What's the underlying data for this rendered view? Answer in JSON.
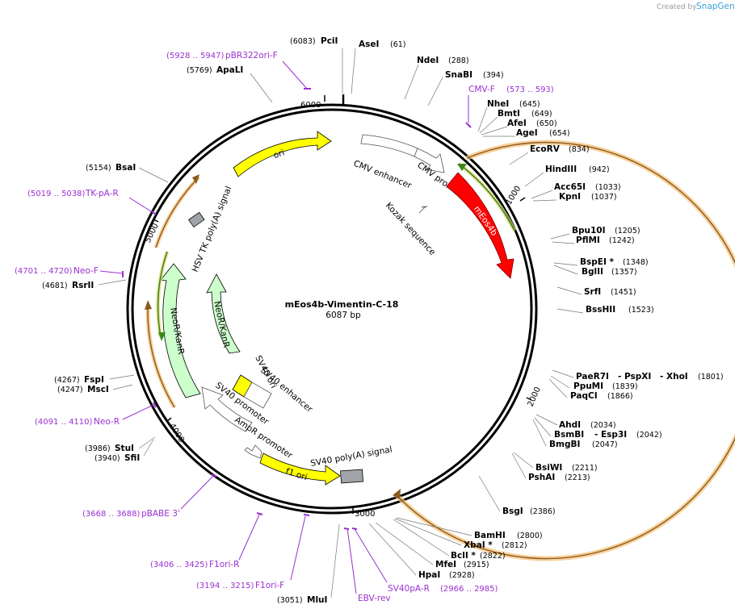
{
  "credit": {
    "prefix": "Created by",
    "brand": "SnapGene"
  },
  "map": {
    "name": "mEos4b-Vimentin-C-18",
    "length": "6087 bp"
  },
  "ticks": [
    "1000",
    "2000",
    "3000",
    "4000",
    "5000",
    "6000"
  ],
  "enzymes": {
    "pcii": {
      "name": "PciI",
      "pos": "(6083)"
    },
    "asei": {
      "name": "AseI",
      "pos": "(61)"
    },
    "ndei": {
      "name": "NdeI",
      "pos": "(288)"
    },
    "snabi": {
      "name": "SnaBI",
      "pos": "(394)"
    },
    "nhei": {
      "name": "NheI",
      "pos": "(645)"
    },
    "bmti": {
      "name": "BmtI",
      "pos": "(649)"
    },
    "afei": {
      "name": "AfeI",
      "pos": "(650)"
    },
    "agei": {
      "name": "AgeI",
      "pos": "(654)"
    },
    "ecorv": {
      "name": "EcoRV",
      "pos": "(834)"
    },
    "hindiii": {
      "name": "HindIII",
      "pos": "(942)"
    },
    "acc65i": {
      "name": "Acc65I",
      "pos": "(1033)"
    },
    "kpni": {
      "name": "KpnI",
      "pos": "(1037)"
    },
    "bpu10i": {
      "name": "Bpu10I",
      "pos": "(1205)"
    },
    "pflmi": {
      "name": "PflMI",
      "pos": "(1242)"
    },
    "bspei": {
      "name": "BspEI  *",
      "pos": "(1348)"
    },
    "bglii": {
      "name": "BglII",
      "pos": "(1357)"
    },
    "srfi": {
      "name": "SrfI",
      "pos": "(1451)"
    },
    "bsshii": {
      "name": "BssHII",
      "pos": "(1523)"
    },
    "paer7i": {
      "name": "PaeR7I",
      "pos": ""
    },
    "pspxi": {
      "name": "- PspXI",
      "pos": ""
    },
    "xhoi": {
      "name": "- XhoI",
      "pos": "(1801)"
    },
    "ppumi": {
      "name": "PpuMI",
      "pos": "(1839)"
    },
    "paqci": {
      "name": "PaqCI",
      "pos": "(1866)"
    },
    "ahdi": {
      "name": "AhdI",
      "pos": "(2034)"
    },
    "bsmbi": {
      "name": "BsmBI",
      "pos": ""
    },
    "esp3i": {
      "name": "- Esp3I",
      "pos": "(2042)"
    },
    "bmgbi": {
      "name": "BmgBI",
      "pos": "(2047)"
    },
    "bsiwi": {
      "name": "BsiWI",
      "pos": "(2211)"
    },
    "pshai": {
      "name": "PshAI",
      "pos": "(2213)"
    },
    "bsgi": {
      "name": "BsgI",
      "pos": "(2386)"
    },
    "bamhi": {
      "name": "BamHI",
      "pos": "(2800)"
    },
    "xbai": {
      "name": "XbaI  *",
      "pos": "(2812)"
    },
    "bcli": {
      "name": "BclI  *",
      "pos": "(2822)"
    },
    "mfei": {
      "name": "MfeI",
      "pos": "(2915)"
    },
    "hpai": {
      "name": "HpaI",
      "pos": "(2928)"
    },
    "mlui": {
      "name": "MluI",
      "pos": "(3051)"
    },
    "sfii": {
      "name": "SfiI",
      "pos": "(3940)"
    },
    "stui": {
      "name": "StuI",
      "pos": "(3986)"
    },
    "msci": {
      "name": "MscI",
      "pos": "(4247)"
    },
    "fspi": {
      "name": "FspI",
      "pos": "(4267)"
    },
    "rsrii": {
      "name": "RsrII",
      "pos": "(4681)"
    },
    "bsai": {
      "name": "BsaI",
      "pos": "(5154)"
    },
    "apali": {
      "name": "ApaLI",
      "pos": "(5769)"
    }
  },
  "primers": {
    "pbr322": {
      "name": "pBR322ori-F",
      "range": "(5928 .. 5947)"
    },
    "cmvf": {
      "name": "CMV-F",
      "range": "(573 .. 593)"
    },
    "tkpa": {
      "name": "TK-pA-R",
      "range": "(5019 .. 5038)"
    },
    "neof": {
      "name": "Neo-F",
      "range": "(4701 .. 4720)"
    },
    "neor": {
      "name": "Neo-R",
      "range": "(4091 .. 4110)"
    },
    "pbabe": {
      "name": "pBABE 3'",
      "range": "(3668 .. 3688)"
    },
    "f1orir": {
      "name": "F1ori-R",
      "range": "(3406 .. 3425)"
    },
    "f1orif": {
      "name": "F1ori-F",
      "range": "(3194 .. 3215)"
    },
    "ebvrev": {
      "name": "EBV-rev",
      "range": ""
    },
    "sv40par": {
      "name": "SV40pA-R",
      "range": "(2966 .. 2985)"
    }
  },
  "features": {
    "ori": "ori",
    "cmv_enhancer": "CMV enhancer",
    "cmv_promoter": "CMV promoter",
    "kozak": "Kozak sequence",
    "meos4b": "mEos4b",
    "hsv_tk": "HSV TK poly(A) signal",
    "neor_outer": "NeoR/KanR",
    "neor_inner": "NeoR/KanR",
    "sv40_ori": "SV40 ori",
    "sv40_enhancer": "SV40 enhancer",
    "sv40_promoter": "SV40 promoter",
    "ampr_promoter": "AmpR promoter",
    "f1_ori": "f1 ori",
    "sv40_polya": "SV40 poly(A) signal"
  },
  "colors": {
    "ori": "#ffff00",
    "meos4b": "#ff0000",
    "neor": "#ccffcc",
    "primer": "#9b30d0",
    "orf_outline": "#f5c27a",
    "polya": "#a0a4a8"
  }
}
